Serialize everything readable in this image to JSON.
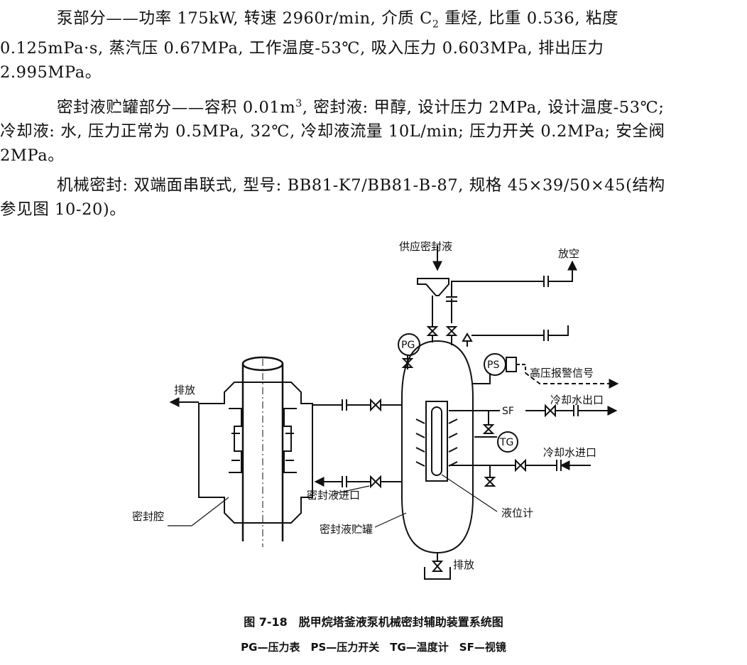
{
  "document": {
    "p1": {
      "line1_a": "泵部分——功率 175kW, 转速 2960r/min, 介质 C",
      "line1_sub": "2",
      "line1_b": " 重烃, 比重 0.536, 粘度",
      "line2": "0.125mPa·s, 蒸汽压 0.67MPa, 工作温度-53℃, 吸入压力 0.603MPa, 排出压力",
      "line3": "2.995MPa。"
    },
    "p2": {
      "line1_a": "密封液贮罐部分——容积 0.01m",
      "line1_sup": "3",
      "line1_b": ", 密封液: 甲醇, 设计压力 2MPa, 设计温度-53℃;",
      "line2": "冷却液: 水, 压力正常为 0.5MPa, 32℃, 冷却液流量 10L/min; 压力开关 0.2MPa; 安全阀",
      "line3": "2MPa。"
    },
    "p3": {
      "line1": "机械密封: 双端面串联式, 型号: BB81-K7/BB81-B-87, 规格 45×39/50×45(结构",
      "line2": "参见图 10-20)。"
    }
  },
  "diagram": {
    "labels": {
      "supply": "供应密封液",
      "vent": "放空",
      "pg": "PG",
      "ps": "PS",
      "tg": "TG",
      "sf": "SF",
      "alarm": "高压报警信号",
      "cw_out": "冷却水出口",
      "cw_in": "冷却水进口",
      "drain_left": "排放",
      "seal_inlet": "密封液进口",
      "seal_chamber": "密封腔",
      "tank": "密封液贮罐",
      "level_gauge": "液位计",
      "drain_bottom": "排放"
    }
  },
  "caption": {
    "title": "图 7-18　脱甲烷塔釜液泵机械密封辅助装置系统图",
    "legend": "PG—压力表　PS—压力开关　TG—温度计　SF—视镜"
  }
}
